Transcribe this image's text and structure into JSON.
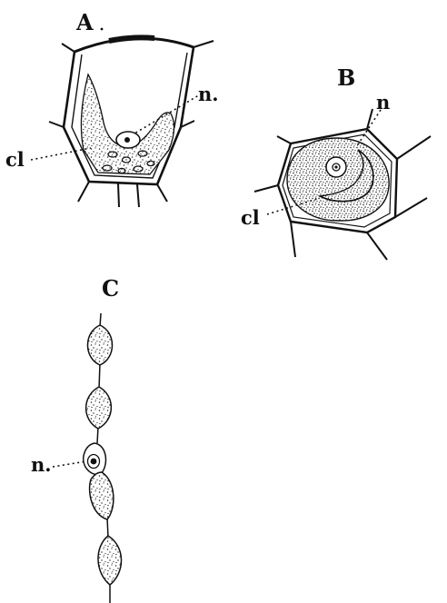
{
  "figure": {
    "panel_a": {
      "letter": "A",
      "labels": {
        "nucleus": "n.",
        "chloroplast": "cl"
      }
    },
    "panel_b": {
      "letter": "B",
      "labels": {
        "nucleus": "n",
        "chloroplast": "cl"
      }
    },
    "panel_c": {
      "letter": "C",
      "labels": {
        "nucleus": "n."
      }
    }
  },
  "colors": {
    "ink": "#111111",
    "paper": "#ffffff"
  }
}
